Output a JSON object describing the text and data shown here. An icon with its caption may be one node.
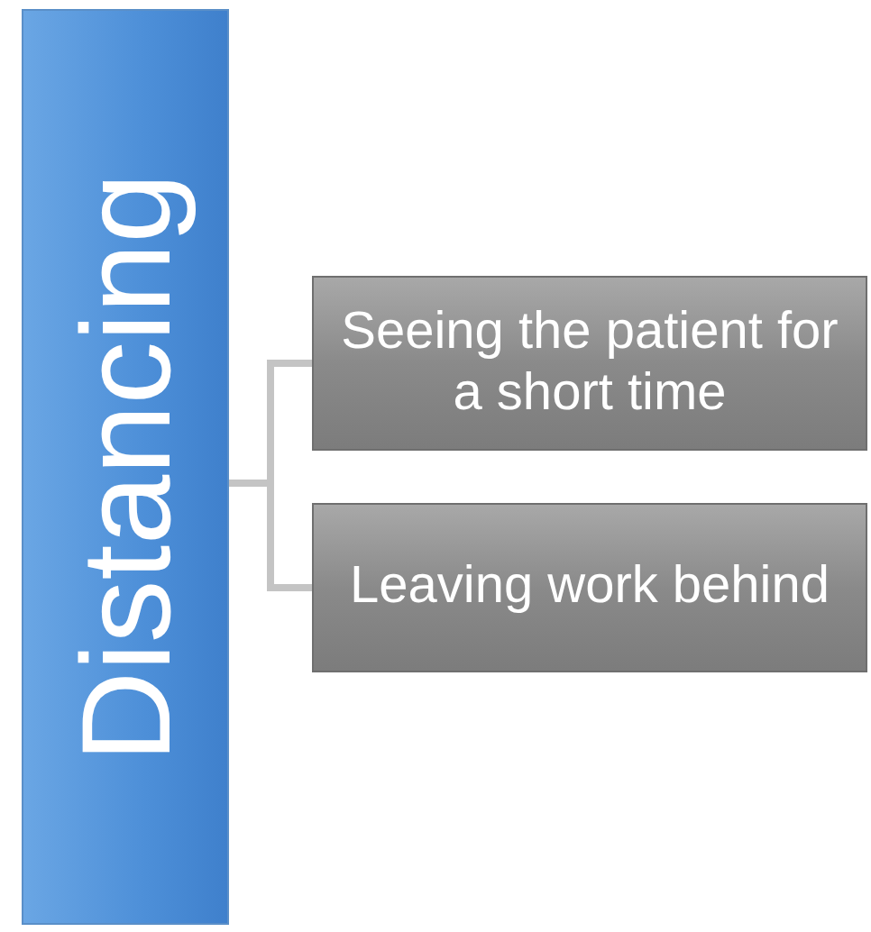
{
  "diagram": {
    "nodes": [
      {
        "text": [
          "Distancing"
        ]
      },
      {
        "text": [
          "Seeing the patient for a short time"
        ]
      },
      {
        "text": [
          "Leaving work behind"
        ]
      }
    ],
    "edges": [
      {
        "from": 0,
        "to": 1,
        "arrow": "none"
      },
      {
        "from": 0,
        "to": 2,
        "arrow": "none"
      }
    ]
  }
}
